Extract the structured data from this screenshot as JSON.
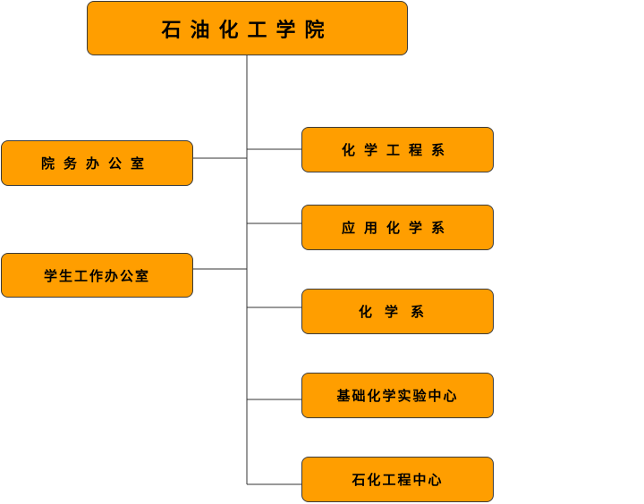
{
  "style": {
    "box_fill": "#FF9E00",
    "border_color": "#3a3a3a",
    "line_color": "#333333"
  },
  "org_chart": {
    "root": {
      "label": "石油化工学院"
    },
    "left_units": [
      {
        "label": "院务办公室"
      },
      {
        "label": "学生工作办公室"
      }
    ],
    "right_units": [
      {
        "label": "化学工程系"
      },
      {
        "label": "应用化学系"
      },
      {
        "label": "化学系"
      },
      {
        "label": "基础化学实验中心"
      },
      {
        "label": "石化工程中心"
      }
    ]
  }
}
